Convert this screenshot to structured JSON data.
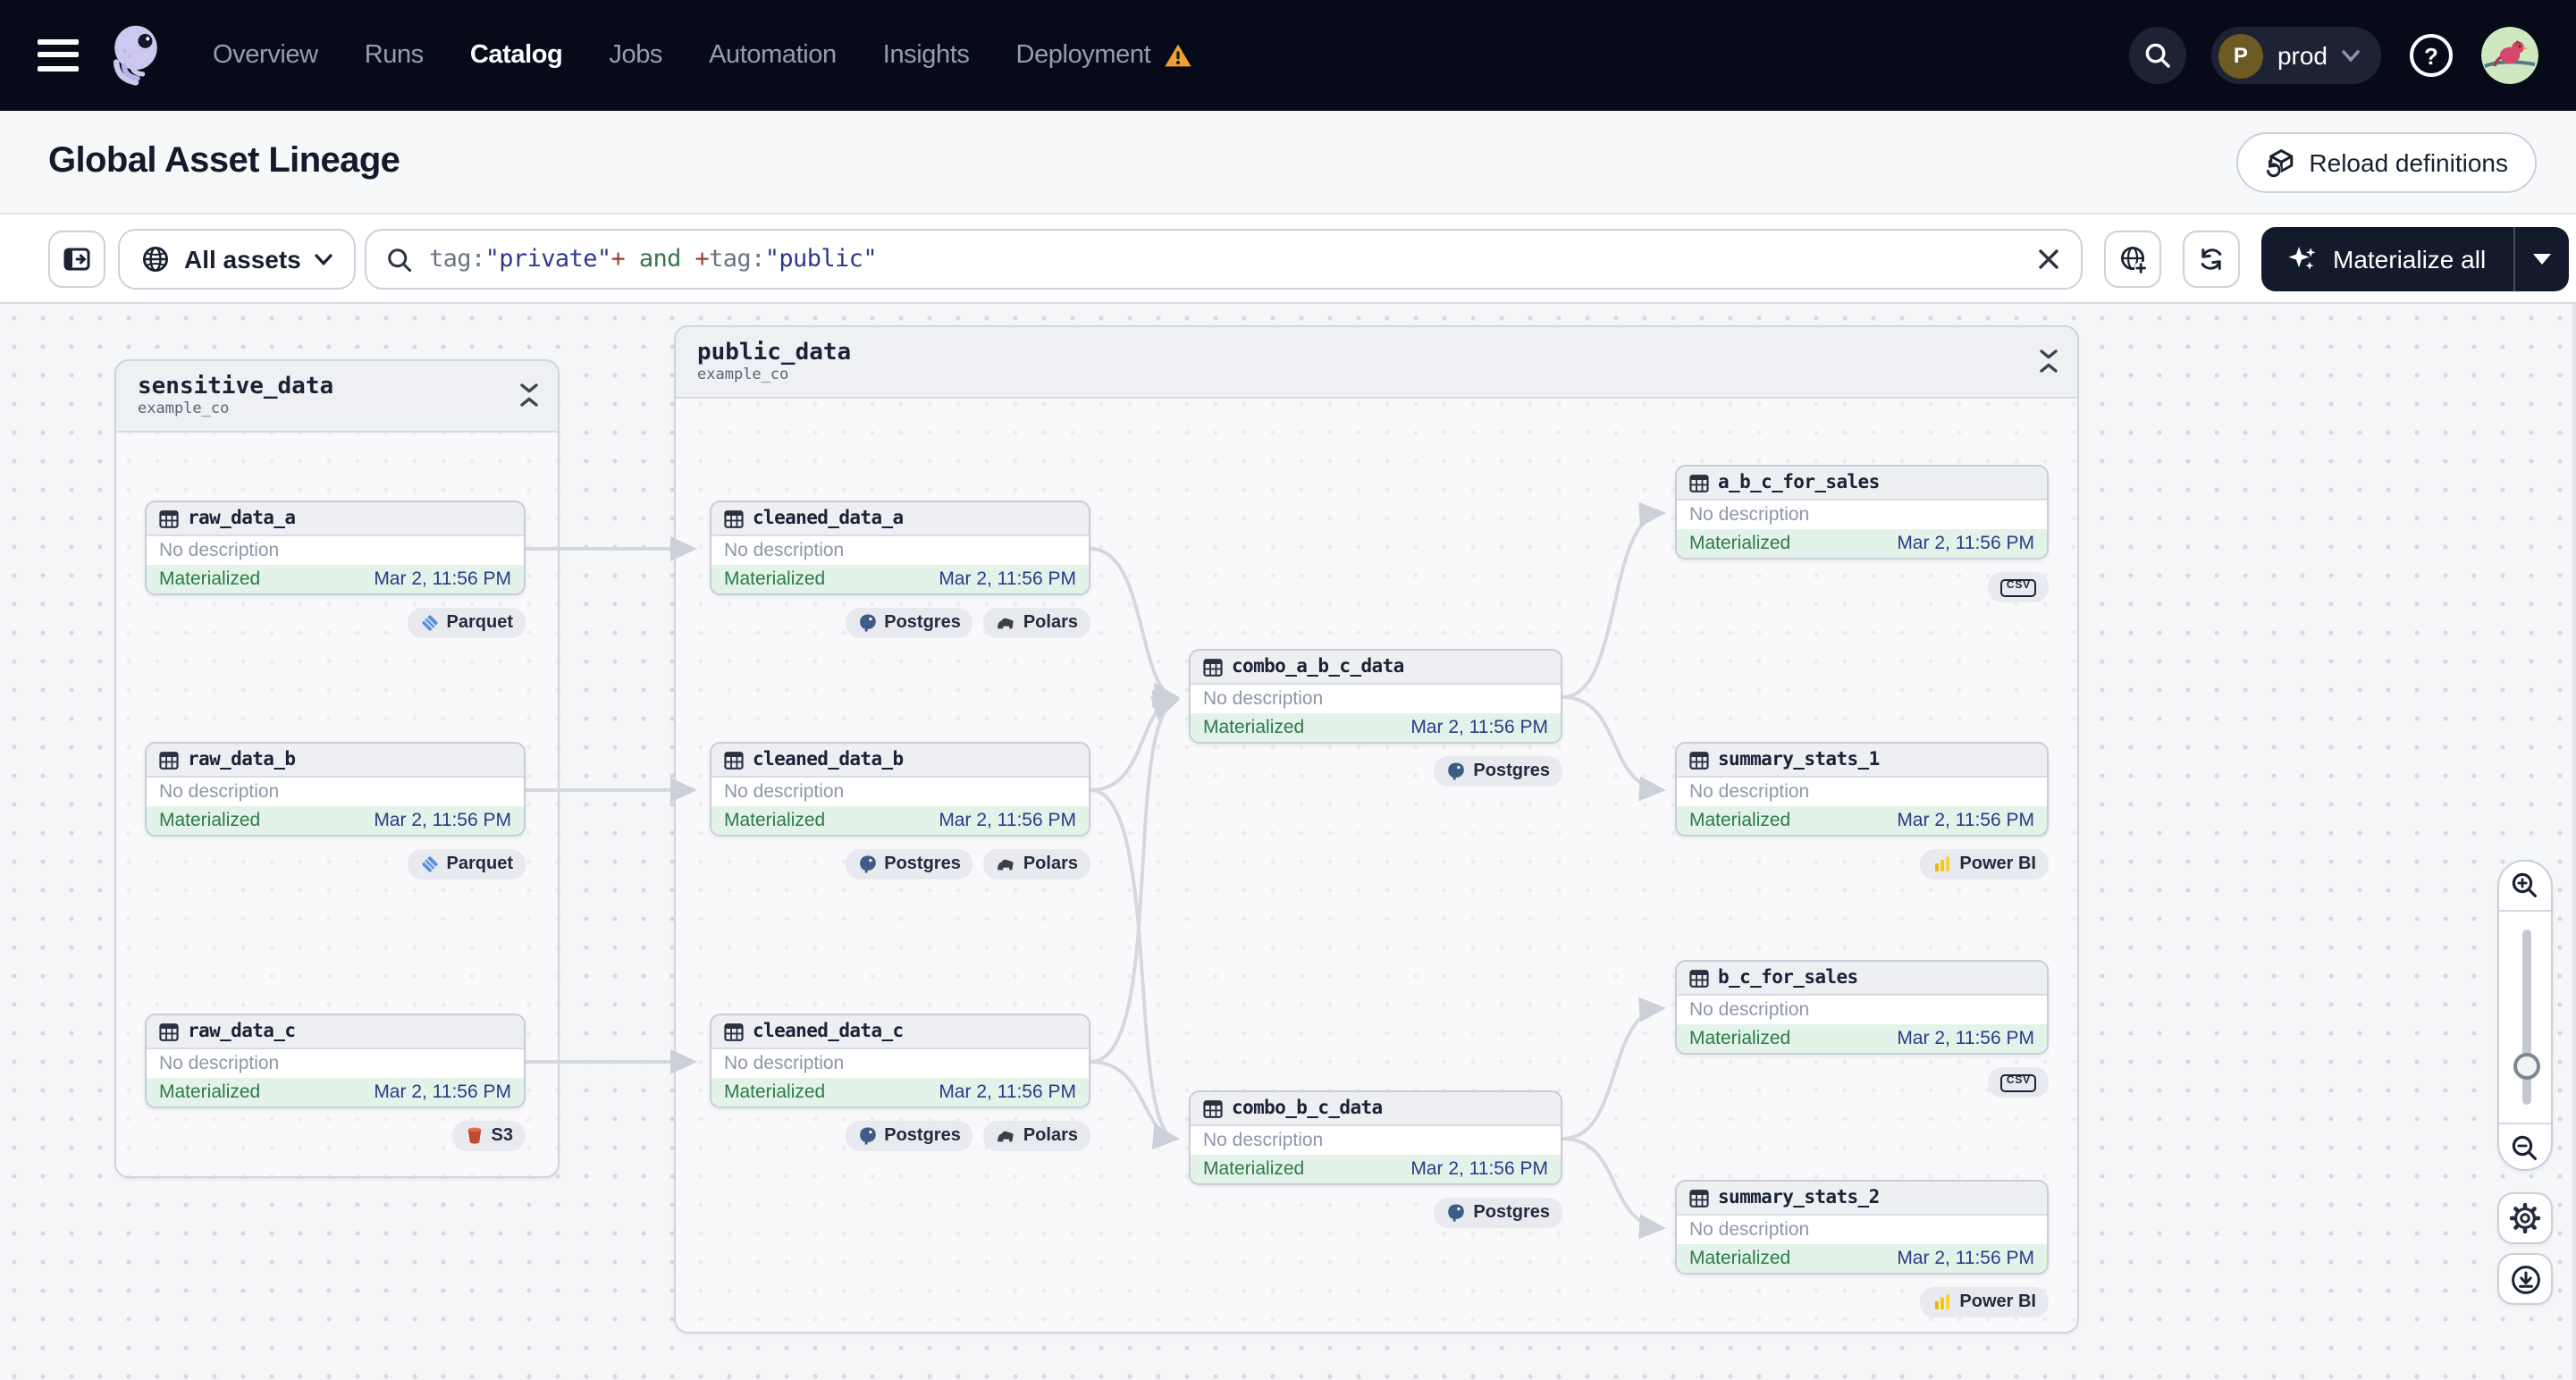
{
  "nav": {
    "items": [
      {
        "label": "Overview"
      },
      {
        "label": "Runs"
      },
      {
        "label": "Catalog",
        "active": true
      },
      {
        "label": "Jobs"
      },
      {
        "label": "Automation"
      },
      {
        "label": "Insights"
      },
      {
        "label": "Deployment",
        "warning": true
      }
    ],
    "workspace": {
      "initial": "P",
      "name": "prod"
    }
  },
  "header": {
    "title": "Global Asset Lineage",
    "reload_button": "Reload definitions"
  },
  "toolbar": {
    "asset_filter": {
      "label": "All assets"
    },
    "search": {
      "segments": [
        {
          "text": "tag:",
          "color": "#6b7585"
        },
        {
          "text": "\"private\"",
          "color": "#2f3a8f"
        },
        {
          "text": "+",
          "color": "#99402e"
        },
        {
          "text": " and ",
          "color": "#37764f"
        },
        {
          "text": "+",
          "color": "#99402e"
        },
        {
          "text": "tag:",
          "color": "#6b7585"
        },
        {
          "text": "\"public\"",
          "color": "#2f3a8f"
        }
      ]
    },
    "materialize_button": "Materialize all"
  },
  "graph": {
    "groups": [
      {
        "title": "sensitive_data",
        "subtitle": "example_co"
      },
      {
        "title": "public_data",
        "subtitle": "example_co"
      }
    ],
    "nodes": [
      {
        "name": "raw_data_a",
        "group": "sensitive_data",
        "description": "No description",
        "status": "Materialized",
        "timestamp": "Mar 2, 11:56 PM",
        "tags": [
          {
            "label": "Parquet",
            "icon": "parquet-icon"
          }
        ]
      },
      {
        "name": "raw_data_b",
        "group": "sensitive_data",
        "description": "No description",
        "status": "Materialized",
        "timestamp": "Mar 2, 11:56 PM",
        "tags": [
          {
            "label": "Parquet",
            "icon": "parquet-icon"
          }
        ]
      },
      {
        "name": "raw_data_c",
        "group": "sensitive_data",
        "description": "No description",
        "status": "Materialized",
        "timestamp": "Mar 2, 11:56 PM",
        "tags": [
          {
            "label": "S3",
            "icon": "s3-icon"
          }
        ]
      },
      {
        "name": "cleaned_data_a",
        "group": "public_data",
        "description": "No description",
        "status": "Materialized",
        "timestamp": "Mar 2, 11:56 PM",
        "tags": [
          {
            "label": "Postgres",
            "icon": "postgres-icon"
          },
          {
            "label": "Polars",
            "icon": "polars-icon"
          }
        ]
      },
      {
        "name": "cleaned_data_b",
        "group": "public_data",
        "description": "No description",
        "status": "Materialized",
        "timestamp": "Mar 2, 11:56 PM",
        "tags": [
          {
            "label": "Postgres",
            "icon": "postgres-icon"
          },
          {
            "label": "Polars",
            "icon": "polars-icon"
          }
        ]
      },
      {
        "name": "cleaned_data_c",
        "group": "public_data",
        "description": "No description",
        "status": "Materialized",
        "timestamp": "Mar 2, 11:56 PM",
        "tags": [
          {
            "label": "Postgres",
            "icon": "postgres-icon"
          },
          {
            "label": "Polars",
            "icon": "polars-icon"
          }
        ]
      },
      {
        "name": "combo_a_b_c_data",
        "group": "public_data",
        "description": "No description",
        "status": "Materialized",
        "timestamp": "Mar 2, 11:56 PM",
        "tags": [
          {
            "label": "Postgres",
            "icon": "postgres-icon"
          }
        ]
      },
      {
        "name": "combo_b_c_data",
        "group": "public_data",
        "description": "No description",
        "status": "Materialized",
        "timestamp": "Mar 2, 11:56 PM",
        "tags": [
          {
            "label": "Postgres",
            "icon": "postgres-icon"
          }
        ]
      },
      {
        "name": "a_b_c_for_sales",
        "group": "public_data",
        "description": "No description",
        "status": "Materialized",
        "timestamp": "Mar 2, 11:56 PM",
        "tags": [
          {
            "label": "CSV",
            "icon": "csv-icon"
          }
        ]
      },
      {
        "name": "summary_stats_1",
        "group": "public_data",
        "description": "No description",
        "status": "Materialized",
        "timestamp": "Mar 2, 11:56 PM",
        "tags": [
          {
            "label": "Power BI",
            "icon": "powerbi-icon"
          }
        ]
      },
      {
        "name": "b_c_for_sales",
        "group": "public_data",
        "description": "No description",
        "status": "Materialized",
        "timestamp": "Mar 2, 11:56 PM",
        "tags": [
          {
            "label": "CSV",
            "icon": "csv-icon"
          }
        ]
      },
      {
        "name": "summary_stats_2",
        "group": "public_data",
        "description": "No description",
        "status": "Materialized",
        "timestamp": "Mar 2, 11:56 PM",
        "tags": [
          {
            "label": "Power BI",
            "icon": "powerbi-icon"
          }
        ]
      }
    ]
  },
  "colors": {
    "nav_bg": "#070b19",
    "status_green": "#2c7a4b",
    "timestamp_navy": "#2b3a8a",
    "warning_orange": "#f0a030",
    "parquet_blue": "#5a8fd6",
    "postgres_blue": "#3c5e86",
    "powerbi_yellow": "#f2c811",
    "s3_red": "#c0492f",
    "edge_gray": "#d5d9df"
  }
}
